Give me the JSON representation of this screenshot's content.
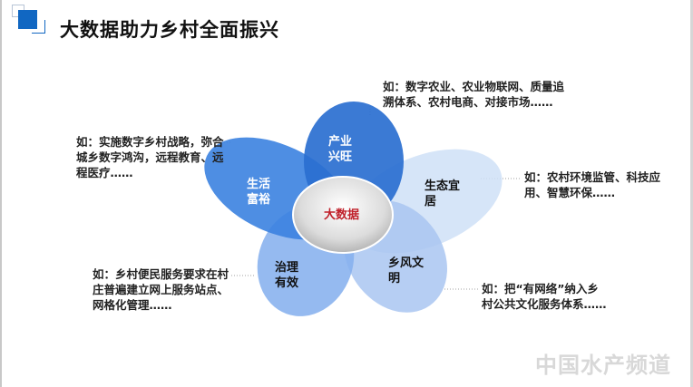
{
  "header": {
    "title": "大数据助力乡村全面振兴"
  },
  "diagram": {
    "center": "大数据",
    "petals": [
      {
        "label_line1": "产业",
        "label_line2": "兴旺",
        "note": [
          "如：数字农业、农业物联网、质量追",
          "溯体系、农村电商、对接市场……"
        ]
      },
      {
        "label_line1": "生活",
        "label_line2": "富裕",
        "note": [
          "如：实施数字乡村战略，弥合",
          "城乡数字鸿沟，远程教育、远",
          "程医疗……"
        ]
      },
      {
        "label_line1": "生态宜",
        "label_line2": "居",
        "note": [
          "如：农村环境监管、科技应",
          "用、智慧环保……"
        ]
      },
      {
        "label_line1": "治理",
        "label_line2": "有效",
        "note": [
          "如：乡村便民服务要求在村",
          "庄普遍建立网上服务站点、",
          "网格化管理……"
        ]
      },
      {
        "label_line1": "乡风文",
        "label_line2": "明",
        "note": [
          "如：把“有网络”纳入乡",
          "村公共文化服务体系……"
        ]
      }
    ],
    "colors": {
      "center_text": "#c0202a",
      "dark_petal": "#2a6fd0"
    }
  },
  "watermark": {
    "text": "中国水产频道"
  }
}
